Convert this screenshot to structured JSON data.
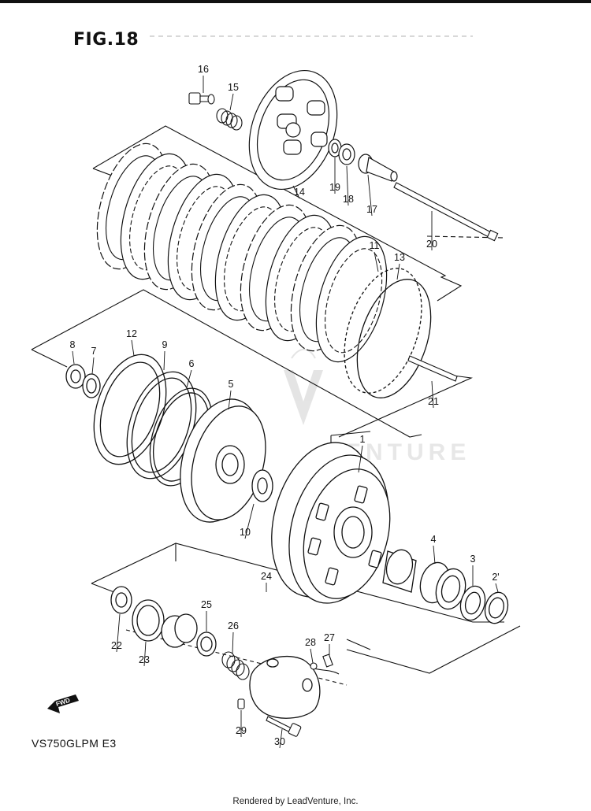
{
  "figure": {
    "title": "FIG.18",
    "model_code": "VS750GLPM E3",
    "footer": "Rendered by LeadVenture, Inc.",
    "fwd_label": "FWD",
    "watermark_text": "VENTURE"
  },
  "callouts": [
    {
      "id": "1",
      "label": "1"
    },
    {
      "id": "2",
      "label": "2'"
    },
    {
      "id": "3",
      "label": "3"
    },
    {
      "id": "4",
      "label": "4"
    },
    {
      "id": "5",
      "label": "5"
    },
    {
      "id": "6",
      "label": "6"
    },
    {
      "id": "7",
      "label": "7"
    },
    {
      "id": "8",
      "label": "8"
    },
    {
      "id": "9",
      "label": "9"
    },
    {
      "id": "10",
      "label": "10"
    },
    {
      "id": "11",
      "label": "11"
    },
    {
      "id": "12",
      "label": "12"
    },
    {
      "id": "13",
      "label": "13"
    },
    {
      "id": "14",
      "label": "14"
    },
    {
      "id": "15",
      "label": "15"
    },
    {
      "id": "16",
      "label": "16"
    },
    {
      "id": "17",
      "label": "17"
    },
    {
      "id": "18",
      "label": "18"
    },
    {
      "id": "19",
      "label": "19"
    },
    {
      "id": "20",
      "label": "20"
    },
    {
      "id": "21",
      "label": "21"
    },
    {
      "id": "22",
      "label": "22"
    },
    {
      "id": "23",
      "label": "23"
    },
    {
      "id": "24",
      "label": "24"
    },
    {
      "id": "25",
      "label": "25"
    },
    {
      "id": "26",
      "label": "26"
    },
    {
      "id": "27",
      "label": "27"
    },
    {
      "id": "28",
      "label": "28"
    },
    {
      "id": "29",
      "label": "29"
    },
    {
      "id": "30",
      "label": "30"
    }
  ]
}
